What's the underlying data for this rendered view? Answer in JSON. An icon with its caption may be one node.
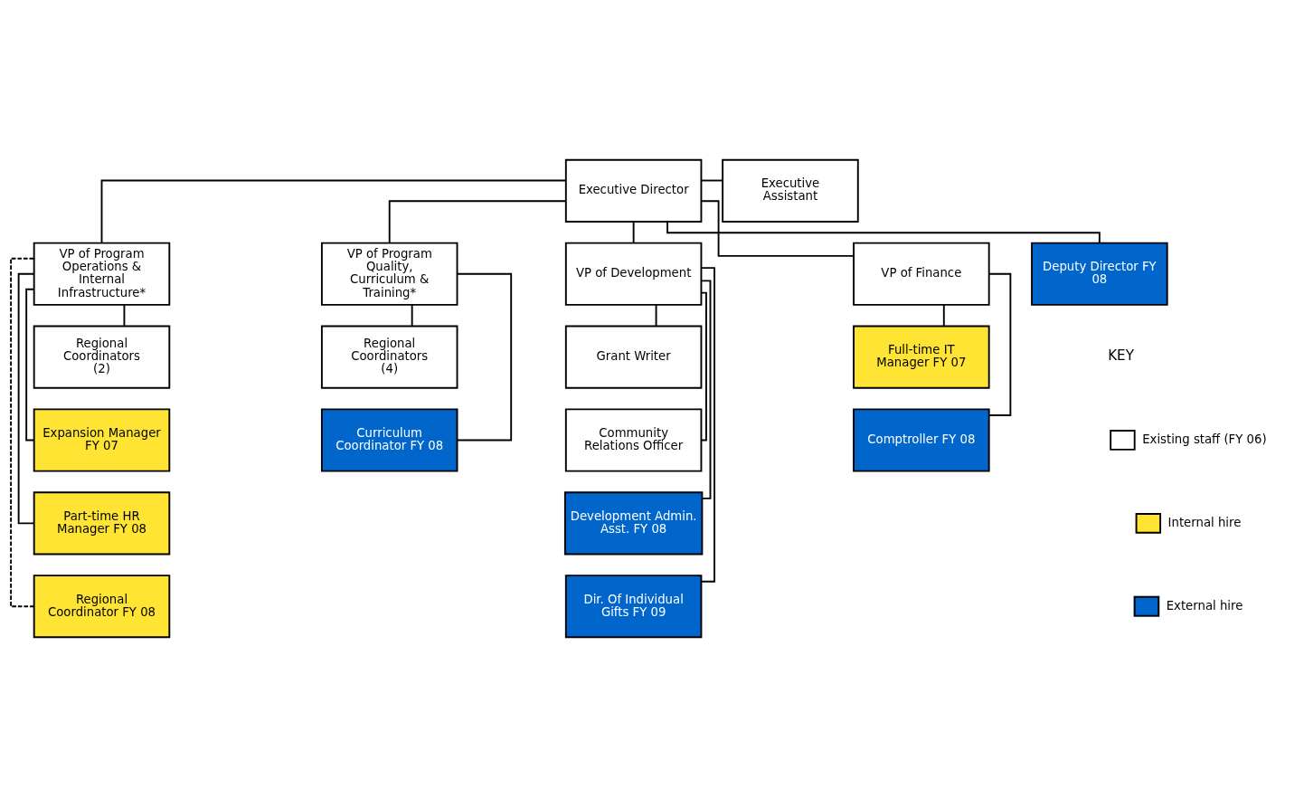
{
  "diagram": {
    "nodes": [
      {
        "text": [
          "Executive Director"
        ]
      },
      {
        "text": [
          "Executive Assistant"
        ]
      },
      {
        "text": [
          "VP of Program Operations & Internal Infrastructure*"
        ]
      },
      {
        "text": [
          "VP of Program Quality, Curriculum & Training*"
        ]
      },
      {
        "text": [
          "VP of Development"
        ]
      },
      {
        "text": [
          "VP of Finance"
        ]
      },
      {
        "text": [
          "Deputy Director FY 08"
        ]
      },
      {
        "text": [
          "Regional Coordinators",
          "(2)"
        ]
      },
      {
        "text": [
          "Expansion Manager FY 07"
        ]
      },
      {
        "text": [
          "Part-time HR Manager FY 08"
        ]
      },
      {
        "text": [
          "Regional Coordinator FY 08"
        ]
      },
      {
        "text": [
          "Regional Coordinators",
          "(4)"
        ]
      },
      {
        "text": [
          "Curriculum Coordinator FY 08"
        ]
      },
      {
        "text": [
          "Grant Writer"
        ]
      },
      {
        "text": [
          "Community Relations Officer"
        ]
      },
      {
        "text": [
          "Development Admin. Asst. FY 08"
        ]
      },
      {
        "text": [
          "Dir. Of Individual Gifts FY 09"
        ]
      },
      {
        "text": [
          "Full-time IT Manager FY 07"
        ]
      },
      {
        "text": [
          "Comptroller FY 08"
        ]
      }
    ],
    "edges": [
      {
        "from": 0,
        "to": 1,
        "arrow": "none"
      },
      {
        "from": 0,
        "to": 2,
        "arrow": "none"
      },
      {
        "from": 0,
        "to": 3,
        "arrow": "none"
      },
      {
        "from": 0,
        "to": 4,
        "arrow": "none"
      },
      {
        "from": 0,
        "to": 5,
        "arrow": "none"
      },
      {
        "from": 0,
        "to": 6,
        "arrow": "none"
      },
      {
        "from": 2,
        "to": 7,
        "arrow": "none"
      },
      {
        "from": 2,
        "to": 8,
        "arrow": "none"
      },
      {
        "from": 2,
        "to": 9,
        "arrow": "none"
      },
      {
        "from": 2,
        "to": 10,
        "arrow": "none",
        "style": "dashed"
      },
      {
        "from": 3,
        "to": 11,
        "arrow": "none"
      },
      {
        "from": 3,
        "to": 12,
        "arrow": "none"
      },
      {
        "from": 4,
        "to": 13,
        "arrow": "none"
      },
      {
        "from": 4,
        "to": 14,
        "arrow": "none"
      },
      {
        "from": 4,
        "to": 15,
        "arrow": "none"
      },
      {
        "from": 4,
        "to": 16,
        "arrow": "none"
      },
      {
        "from": 5,
        "to": 17,
        "arrow": "none"
      },
      {
        "from": 5,
        "to": 18,
        "arrow": "none"
      }
    ],
    "labels": [
      "KEY"
    ],
    "legend": [
      {
        "text": "Existing staff (FY 06)",
        "color": "#ffffff"
      },
      {
        "text": "Internal hire",
        "color": "#ffe433"
      },
      {
        "text": "External hire",
        "color": "#0066cc"
      }
    ]
  }
}
